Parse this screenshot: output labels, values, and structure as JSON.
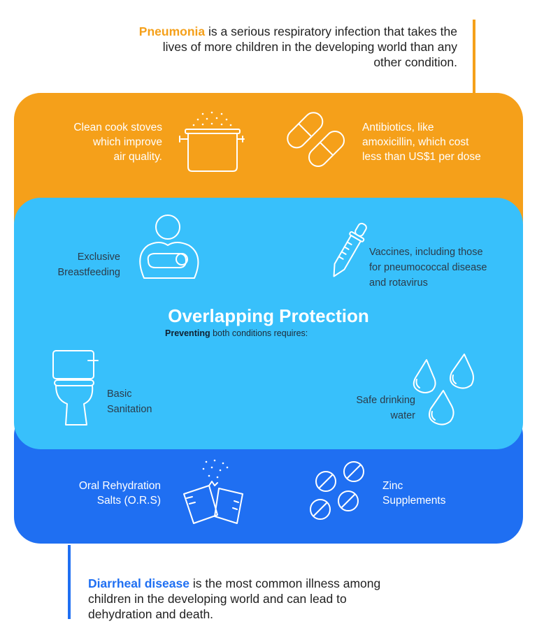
{
  "header": {
    "highlight": "Pneumonia",
    "text": " is a serious respiratory infection that takes the lives of more children in the developing world than any other condition."
  },
  "footer": {
    "highlight": "Diarrheal disease",
    "text": " is the most common illness among children in the developing world and can lead to dehydration and death."
  },
  "pneumonia_panel": {
    "left_label": [
      "Clean cook stoves",
      "which improve",
      "air quality."
    ],
    "right_label": [
      "Antibiotics, like",
      "amoxicillin, which cost",
      "less than US$1 per dose"
    ]
  },
  "overlap_panel": {
    "title": "Overlapping Protection",
    "subtitle_bold": "Preventing",
    "subtitle_rest": " both conditions requires:",
    "breastfeeding": [
      "Exclusive",
      "Breastfeeding"
    ],
    "vaccines": [
      "Vaccines, including those",
      "for pneumococcal disease",
      "and rotavirus"
    ],
    "sanitation": [
      "Basic",
      "Sanitation"
    ],
    "water": [
      "Safe drinking",
      "water"
    ]
  },
  "diarrhea_panel": {
    "left_label": [
      "Oral Rehydration",
      "Salts (O.R.S)"
    ],
    "right_label": [
      "Zinc",
      "Supplements"
    ]
  },
  "icons": [
    "pot-icon",
    "pills-icon",
    "mother-baby-icon",
    "dropper-icon",
    "toilet-icon",
    "drops-icon",
    "ors-packet-icon",
    "zinc-tablets-icon"
  ],
  "colors": {
    "pneumonia": "#f5a01a",
    "overlap": "#38c0fb",
    "diarrhea": "#1f6ff2"
  }
}
